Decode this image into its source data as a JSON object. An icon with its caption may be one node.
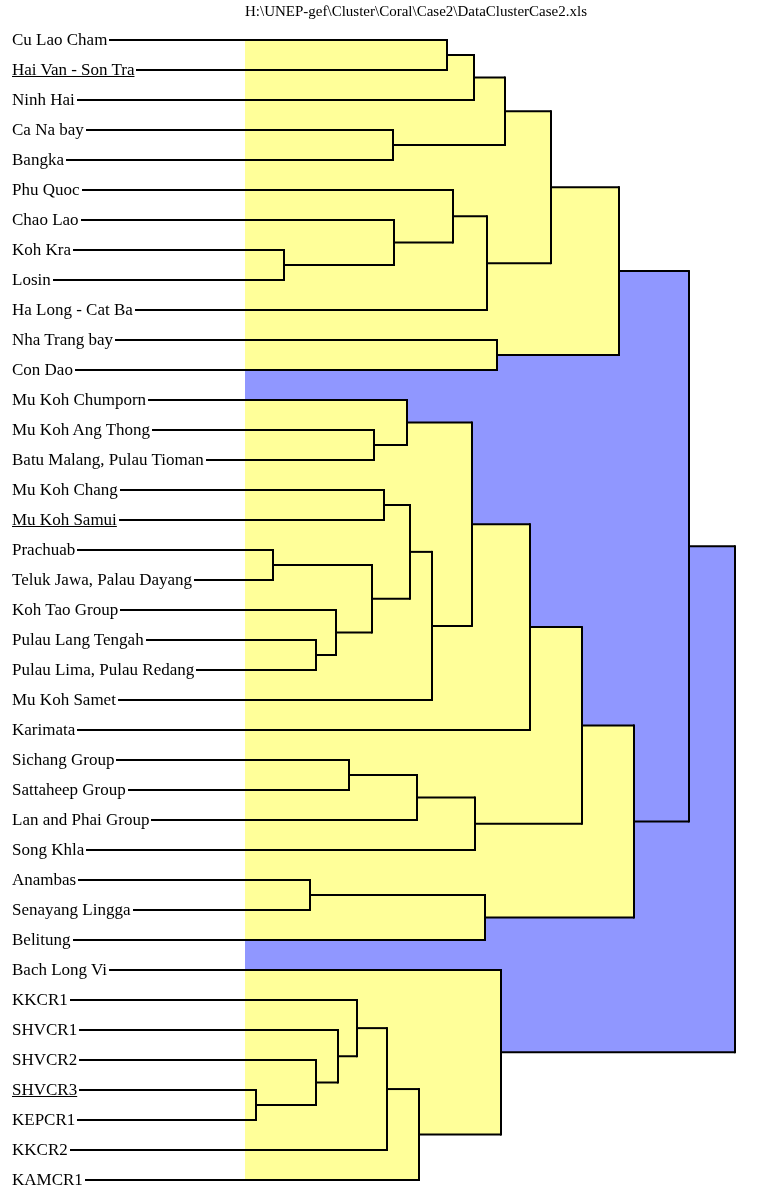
{
  "diagram": {
    "title": "H:\\UNEP-gef\\Cluster\\Coral\\Case2\\DataClusterCase2.xls",
    "nodes": [
      {
        "text": [
          "Cu Lao Cham"
        ]
      },
      {
        "text": [
          "Hai Van - Son Tra"
        ]
      },
      {
        "text": [
          "Ninh Hai"
        ]
      },
      {
        "text": [
          "Ca Na bay"
        ]
      },
      {
        "text": [
          "Bangka"
        ]
      },
      {
        "text": [
          "Phu Quoc"
        ]
      },
      {
        "text": [
          "Chao Lao"
        ]
      },
      {
        "text": [
          "Koh Kra"
        ]
      },
      {
        "text": [
          "Losin"
        ]
      },
      {
        "text": [
          "Ha Long - Cat Ba"
        ]
      },
      {
        "text": [
          "Nha Trang bay"
        ]
      },
      {
        "text": [
          "Con Dao"
        ]
      },
      {
        "text": [
          "Mu Koh Chumporn"
        ]
      },
      {
        "text": [
          "Mu Koh Ang Thong"
        ]
      },
      {
        "text": [
          "Batu Malang, Pulau Tioman"
        ]
      },
      {
        "text": [
          "Mu Koh Chang"
        ]
      },
      {
        "text": [
          "Mu Koh Samui"
        ]
      },
      {
        "text": [
          "Prachuab"
        ]
      },
      {
        "text": [
          "Teluk Jawa, Palau Dayang"
        ]
      },
      {
        "text": [
          "Koh Tao Group"
        ]
      },
      {
        "text": [
          "Pulau Lang Tengah"
        ]
      },
      {
        "text": [
          "Pulau Lima, Pulau Redang"
        ]
      },
      {
        "text": [
          "Mu Koh Samet"
        ]
      },
      {
        "text": [
          "Karimata"
        ]
      },
      {
        "text": [
          "Sichang Group"
        ]
      },
      {
        "text": [
          "Sattaheep Group"
        ]
      },
      {
        "text": [
          "Lan and Phai Group"
        ]
      },
      {
        "text": [
          "Song Khla"
        ]
      },
      {
        "text": [
          "Anambas"
        ]
      },
      {
        "text": [
          "Senayang Lingga"
        ]
      },
      {
        "text": [
          "Belitung"
        ]
      },
      {
        "text": [
          "Bach Long Vi"
        ]
      },
      {
        "text": [
          "KKCR1"
        ]
      },
      {
        "text": [
          "SHVCR1"
        ]
      },
      {
        "text": [
          "SHVCR2"
        ]
      },
      {
        "text": [
          "SHVCR3"
        ]
      },
      {
        "text": [
          "KEPCR1"
        ]
      },
      {
        "text": [
          "KKCR2"
        ]
      },
      {
        "text": [
          "KAMCR1"
        ]
      },
      {
        "text": [],
        "shape": "box"
      },
      {
        "text": [],
        "shape": "box"
      },
      {
        "text": [],
        "shape": "box"
      },
      {
        "text": [],
        "shape": "box"
      },
      {
        "text": [],
        "shape": "box"
      },
      {
        "text": [],
        "shape": "box"
      },
      {
        "text": [],
        "shape": "box"
      },
      {
        "text": [],
        "shape": "box"
      },
      {
        "text": [],
        "shape": "box"
      },
      {
        "text": [],
        "shape": "box"
      },
      {
        "text": [],
        "shape": "box"
      },
      {
        "text": [],
        "shape": "box"
      },
      {
        "text": [],
        "shape": "box"
      },
      {
        "text": [],
        "shape": "box"
      },
      {
        "text": [],
        "shape": "box"
      },
      {
        "text": [],
        "shape": "box"
      },
      {
        "text": [],
        "shape": "box"
      },
      {
        "text": [],
        "shape": "box"
      },
      {
        "text": [],
        "shape": "box"
      },
      {
        "text": [],
        "shape": "box"
      },
      {
        "text": [],
        "shape": "box"
      },
      {
        "text": [],
        "shape": "box"
      },
      {
        "text": [],
        "shape": "box"
      },
      {
        "text": [],
        "shape": "box"
      },
      {
        "text": [],
        "shape": "box"
      },
      {
        "text": [],
        "shape": "box"
      },
      {
        "text": [],
        "shape": "box"
      },
      {
        "text": [],
        "shape": "box"
      },
      {
        "text": [],
        "shape": "box"
      },
      {
        "text": [],
        "shape": "box"
      },
      {
        "text": [],
        "shape": "box"
      },
      {
        "text": [],
        "shape": "box"
      },
      {
        "text": [],
        "shape": "box"
      },
      {
        "text": [],
        "shape": "box"
      },
      {
        "text": [],
        "shape": "box"
      },
      {
        "text": [],
        "shape": "box"
      },
      {
        "text": [],
        "shape": "box"
      },
      {
        "text": [],
        "shape": "box"
      }
    ],
    "edges": [
      {
        "from": 0,
        "to": 39,
        "arrow": "none"
      },
      {
        "from": 1,
        "to": 39,
        "arrow": "none"
      },
      {
        "from": 39,
        "to": 40,
        "arrow": "none"
      },
      {
        "from": 2,
        "to": 40,
        "arrow": "none"
      },
      {
        "from": 3,
        "to": 41,
        "arrow": "none"
      },
      {
        "from": 4,
        "to": 41,
        "arrow": "none"
      },
      {
        "from": 40,
        "to": 42,
        "arrow": "none"
      },
      {
        "from": 41,
        "to": 42,
        "arrow": "none"
      },
      {
        "from": 7,
        "to": 43,
        "arrow": "none"
      },
      {
        "from": 8,
        "to": 43,
        "arrow": "none"
      },
      {
        "from": 6,
        "to": 44,
        "arrow": "none"
      },
      {
        "from": 43,
        "to": 44,
        "arrow": "none"
      },
      {
        "from": 5,
        "to": 45,
        "arrow": "none"
      },
      {
        "from": 44,
        "to": 45,
        "arrow": "none"
      },
      {
        "from": 45,
        "to": 46,
        "arrow": "none"
      },
      {
        "from": 9,
        "to": 46,
        "arrow": "none"
      },
      {
        "from": 42,
        "to": 47,
        "arrow": "none"
      },
      {
        "from": 46,
        "to": 47,
        "arrow": "none"
      },
      {
        "from": 10,
        "to": 48,
        "arrow": "none"
      },
      {
        "from": 11,
        "to": 48,
        "arrow": "none"
      },
      {
        "from": 47,
        "to": 49,
        "arrow": "none"
      },
      {
        "from": 48,
        "to": 49,
        "arrow": "none"
      },
      {
        "from": 13,
        "to": 50,
        "arrow": "none"
      },
      {
        "from": 14,
        "to": 50,
        "arrow": "none"
      },
      {
        "from": 12,
        "to": 51,
        "arrow": "none"
      },
      {
        "from": 50,
        "to": 51,
        "arrow": "none"
      },
      {
        "from": 15,
        "to": 52,
        "arrow": "none"
      },
      {
        "from": 16,
        "to": 52,
        "arrow": "none"
      },
      {
        "from": 17,
        "to": 53,
        "arrow": "none"
      },
      {
        "from": 18,
        "to": 53,
        "arrow": "none"
      },
      {
        "from": 20,
        "to": 54,
        "arrow": "none"
      },
      {
        "from": 21,
        "to": 54,
        "arrow": "none"
      },
      {
        "from": 19,
        "to": 55,
        "arrow": "none"
      },
      {
        "from": 54,
        "to": 55,
        "arrow": "none"
      },
      {
        "from": 53,
        "to": 56,
        "arrow": "none"
      },
      {
        "from": 55,
        "to": 56,
        "arrow": "none"
      },
      {
        "from": 52,
        "to": 57,
        "arrow": "none"
      },
      {
        "from": 56,
        "to": 57,
        "arrow": "none"
      },
      {
        "from": 57,
        "to": 58,
        "arrow": "none"
      },
      {
        "from": 22,
        "to": 58,
        "arrow": "none"
      },
      {
        "from": 51,
        "to": 59,
        "arrow": "none"
      },
      {
        "from": 58,
        "to": 59,
        "arrow": "none"
      },
      {
        "from": 59,
        "to": 60,
        "arrow": "none"
      },
      {
        "from": 23,
        "to": 60,
        "arrow": "none"
      },
      {
        "from": 24,
        "to": 61,
        "arrow": "none"
      },
      {
        "from": 25,
        "to": 61,
        "arrow": "none"
      },
      {
        "from": 61,
        "to": 62,
        "arrow": "none"
      },
      {
        "from": 26,
        "to": 62,
        "arrow": "none"
      },
      {
        "from": 62,
        "to": 63,
        "arrow": "none"
      },
      {
        "from": 27,
        "to": 63,
        "arrow": "none"
      },
      {
        "from": 60,
        "to": 64,
        "arrow": "none"
      },
      {
        "from": 63,
        "to": 64,
        "arrow": "none"
      },
      {
        "from": 28,
        "to": 65,
        "arrow": "none"
      },
      {
        "from": 29,
        "to": 65,
        "arrow": "none"
      },
      {
        "from": 65,
        "to": 66,
        "arrow": "none"
      },
      {
        "from": 30,
        "to": 66,
        "arrow": "none"
      },
      {
        "from": 64,
        "to": 67,
        "arrow": "none"
      },
      {
        "from": 66,
        "to": 67,
        "arrow": "none"
      },
      {
        "from": 49,
        "to": 68,
        "arrow": "none"
      },
      {
        "from": 67,
        "to": 68,
        "arrow": "none"
      },
      {
        "from": 35,
        "to": 69,
        "arrow": "none"
      },
      {
        "from": 36,
        "to": 69,
        "arrow": "none"
      },
      {
        "from": 34,
        "to": 70,
        "arrow": "none"
      },
      {
        "from": 69,
        "to": 70,
        "arrow": "none"
      },
      {
        "from": 33,
        "to": 71,
        "arrow": "none"
      },
      {
        "from": 70,
        "to": 71,
        "arrow": "none"
      },
      {
        "from": 32,
        "to": 72,
        "arrow": "none"
      },
      {
        "from": 71,
        "to": 72,
        "arrow": "none"
      },
      {
        "from": 72,
        "to": 73,
        "arrow": "none"
      },
      {
        "from": 37,
        "to": 73,
        "arrow": "none"
      },
      {
        "from": 73,
        "to": 74,
        "arrow": "none"
      },
      {
        "from": 38,
        "to": 74,
        "arrow": "none"
      },
      {
        "from": 31,
        "to": 75,
        "arrow": "none"
      },
      {
        "from": 74,
        "to": 75,
        "arrow": "none"
      },
      {
        "from": 68,
        "to": 76,
        "arrow": "none"
      },
      {
        "from": 75,
        "to": 76,
        "arrow": "none"
      }
    ]
  }
}
